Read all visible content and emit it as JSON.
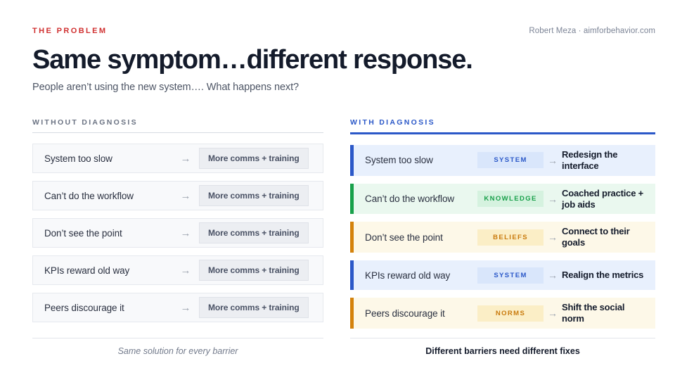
{
  "header": {
    "eyebrow": "THE PROBLEM",
    "byline": "Robert Meza · aimforbehavior.com",
    "title": "Same symptom…different response.",
    "subtitle": "People aren’t using the new system…. What happens next?"
  },
  "left_column": {
    "heading": "WITHOUT DIAGNOSIS",
    "arrow": "→",
    "rows": [
      {
        "barrier": "System too slow",
        "response": "More comms + training"
      },
      {
        "barrier": "Can’t do the workflow",
        "response": "More comms + training"
      },
      {
        "barrier": "Don’t see the point",
        "response": "More comms + training"
      },
      {
        "barrier": "KPIs reward old way",
        "response": "More comms + training"
      },
      {
        "barrier": "Peers discourage it",
        "response": "More comms + training"
      }
    ],
    "footer": "Same solution for every barrier"
  },
  "right_column": {
    "heading": "WITH DIAGNOSIS",
    "arrow": "→",
    "rows": [
      {
        "barrier": "System too slow",
        "badge": "SYSTEM",
        "fix": "Redesign the interface"
      },
      {
        "barrier": "Can’t do the workflow",
        "badge": "KNOWLEDGE",
        "fix": "Coached practice + job aids"
      },
      {
        "barrier": "Don’t see the point",
        "badge": "BELIEFS",
        "fix": "Connect to their goals"
      },
      {
        "barrier": "KPIs reward old way",
        "badge": "SYSTEM",
        "fix": "Realign the metrics"
      },
      {
        "barrier": "Peers discourage it",
        "badge": "NORMS",
        "fix": "Shift the social norm"
      }
    ],
    "footer": "Different barriers need different fixes"
  },
  "colors": {
    "eyebrow_red": "#d03030",
    "accent_blue": "#2b58c8",
    "system_bar": "#2b58c8",
    "system_bg": "#e8f0fd",
    "system_badge_bg": "#d9e6fb",
    "system_badge_text": "#2b58c8",
    "knowledge_bar": "#18a04a",
    "knowledge_bg": "#eaf8ef",
    "knowledge_badge_bg": "#d5f2df",
    "knowledge_badge_text": "#18a04a",
    "beliefs_bar": "#d4820c",
    "beliefs_bg": "#fdf8e8",
    "beliefs_badge_bg": "#fbeec6",
    "beliefs_badge_text": "#c97a0c",
    "norms_bar": "#d4820c",
    "norms_bg": "#fdf8e8",
    "norms_badge_bg": "#fbeec6",
    "norms_badge_text": "#c97a0c",
    "left_card_bg": "#f8f9fb",
    "left_pill_bg": "#eceef2"
  }
}
